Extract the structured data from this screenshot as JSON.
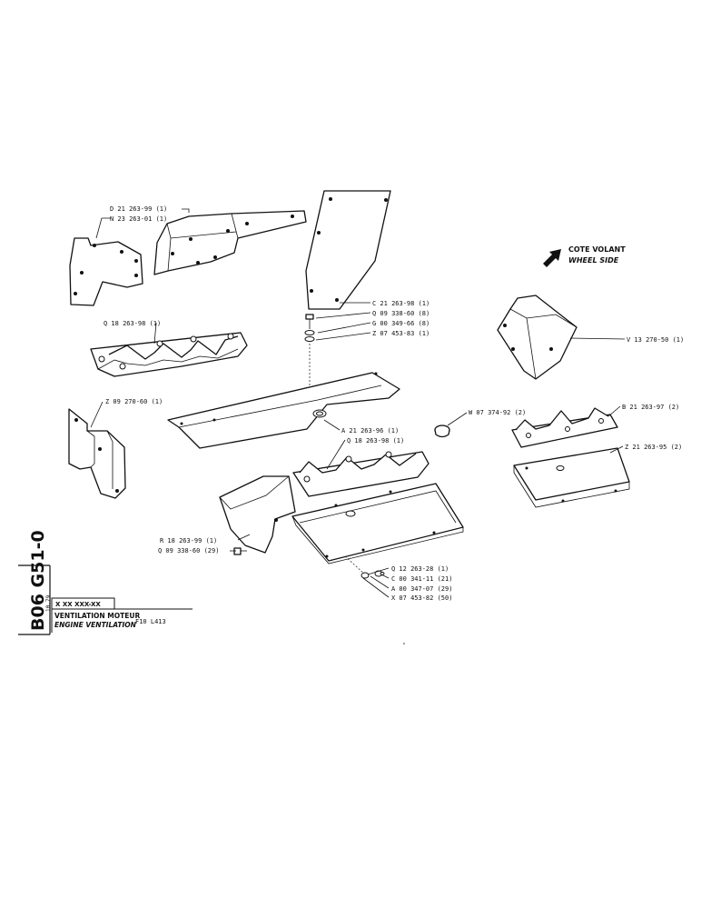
{
  "sheet": {
    "code": "B06 G51-0",
    "date": "10.79",
    "ref": "X XX XXX-XX",
    "title_fr": "VENTILATION MOTEUR",
    "title_en": "ENGINE VENTILATION",
    "model": "F10 L413"
  },
  "side_note": {
    "fr": "COTE VOLANT",
    "en": "WHEEL SIDE"
  },
  "callouts": {
    "d21": "D 21 263-99 (1)",
    "n23": "N 23 263-01 (1)",
    "q18a": "Q 18 263-98 (1)",
    "z09": "Z 09 270-60 (1)",
    "c21": "C 21 263-98 (1)",
    "q09a": "Q 09 338-60 (8)",
    "g00": "G 00 349-66 (8)",
    "z07": "Z 07 453-83 (1)",
    "v13": "V 13 270-50 (1)",
    "w07": "W 07 374-92 (2)",
    "a21": "A 21 263-96 (1)",
    "q18b": "Q 18 263-98 (1)",
    "b21": "B 21 263-97 (2)",
    "z21": "Z 21 263-95 (2)",
    "r18": "R 18 263-99 (1)",
    "q09b": "Q 09 338-60 (29)",
    "q12": "Q 12 263-28 (1)",
    "c00": "C 00 341-11 (21)",
    "a00": "A 00 347-07 (29)",
    "x07": "X 07 453-82 (50)"
  }
}
